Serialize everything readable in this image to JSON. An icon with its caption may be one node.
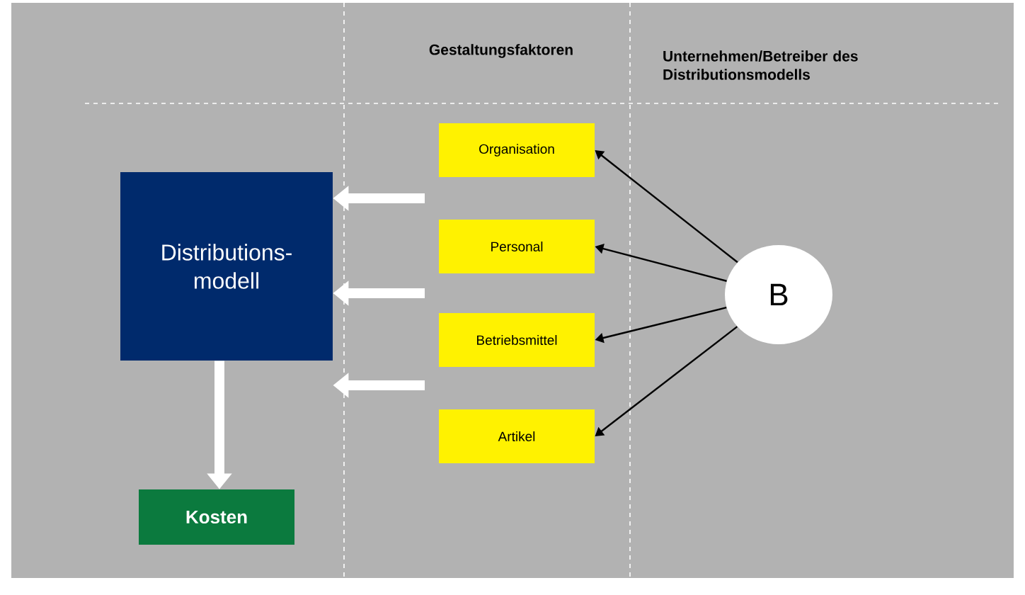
{
  "diagram": {
    "nodes": [
      {
        "text": [
          "Distributions-modell"
        ]
      },
      {
        "text": [
          "Kosten"
        ]
      },
      {
        "text": [
          "Organisation"
        ]
      },
      {
        "text": [
          "Personal"
        ]
      },
      {
        "text": [
          "Betriebsmittel"
        ]
      },
      {
        "text": [
          "Artikel"
        ]
      },
      {
        "text": [
          "B"
        ]
      }
    ],
    "edges": [
      {
        "from": null,
        "to": 0,
        "arrow": "to",
        "style": "thick",
        "color": "#ffffff"
      },
      {
        "from": null,
        "to": 0,
        "arrow": "to",
        "style": "thick",
        "color": "#ffffff"
      },
      {
        "from": null,
        "to": 0,
        "arrow": "to",
        "style": "thick",
        "color": "#ffffff"
      },
      {
        "from": 0,
        "to": 1,
        "arrow": "to",
        "style": "thick",
        "color": "#ffffff"
      },
      {
        "from": 6,
        "to": 2,
        "arrow": "to",
        "color": "#000000"
      },
      {
        "from": 6,
        "to": 3,
        "arrow": "to",
        "color": "#000000"
      },
      {
        "from": 6,
        "to": 4,
        "arrow": "to",
        "color": "#000000"
      },
      {
        "from": 6,
        "to": 5,
        "arrow": "to",
        "color": "#000000"
      }
    ],
    "labels": [
      "Gestaltungsfaktoren",
      "Unternehmen/Betreiber des Distributionsmodells"
    ]
  }
}
